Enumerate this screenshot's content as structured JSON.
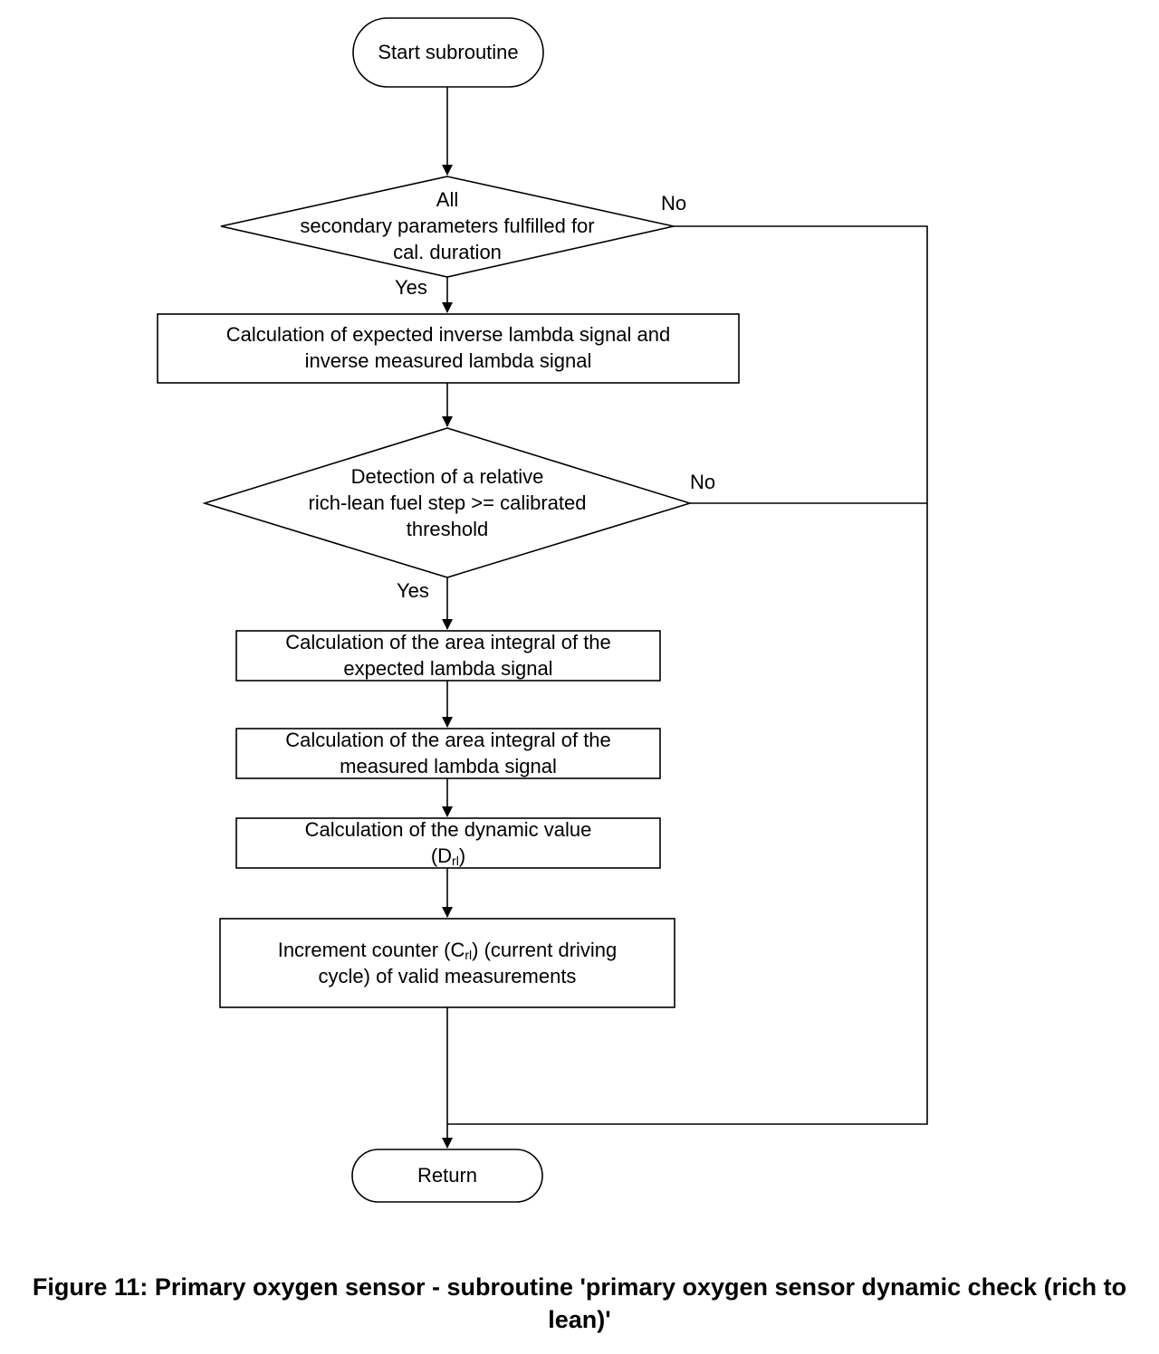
{
  "nodes": {
    "start": "Start subroutine",
    "decision_1": {
      "line1": "All",
      "line2": "secondary parameters fulfilled for",
      "line3": "cal. duration"
    },
    "process_1": {
      "line1": "Calculation of expected inverse lambda signal and",
      "line2": "inverse measured lambda signal"
    },
    "decision_2": {
      "line1": "Detection of a relative",
      "line2": "rich-lean fuel step >= calibrated",
      "line3": "threshold"
    },
    "process_2": {
      "line1": "Calculation of the area integral of the",
      "line2": "expected lambda signal"
    },
    "process_3": {
      "line1": "Calculation of the area integral of the",
      "line2": "measured lambda signal"
    },
    "process_4": {
      "line1": "Calculation of the dynamic value",
      "paren_open": "(D",
      "sub": "rl",
      "paren_close": ")"
    },
    "process_5": {
      "pre": "Increment counter (C",
      "sub": "rl",
      "post": ") (current driving",
      "line2": "cycle) of valid measurements"
    },
    "end": "Return"
  },
  "labels": {
    "no_1": "No",
    "yes_1": "Yes",
    "no_2": "No",
    "yes_2": "Yes"
  },
  "caption": {
    "line1": "Figure 11: Primary oxygen sensor - subroutine 'primary oxygen sensor dynamic check (rich to",
    "line2": "lean)'"
  }
}
